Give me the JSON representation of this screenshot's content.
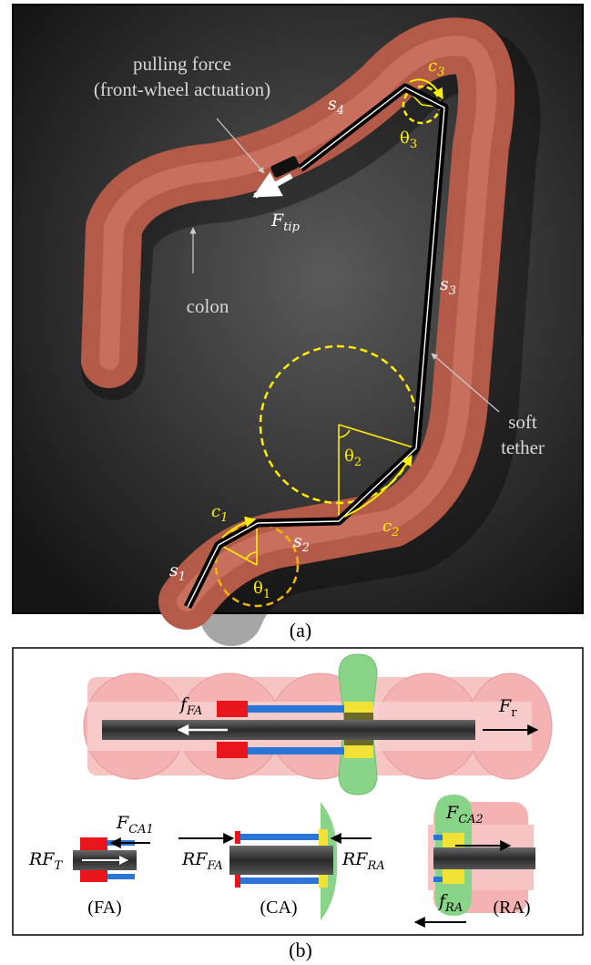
{
  "panel_a": {
    "caption": "(a)",
    "labels": {
      "pulling_force_line1": "pulling force",
      "pulling_force_line2": "(front-wheel actuation)",
      "colon": "colon",
      "soft_line1": "soft",
      "soft_line2": "tether",
      "f_tip_main": "F",
      "f_tip_sub": "tip",
      "s1": "s",
      "s1_sub": "1",
      "s2": "s",
      "s2_sub": "2",
      "s3": "s",
      "s3_sub": "3",
      "s4": "s",
      "s4_sub": "4",
      "c1": "c",
      "c1_sub": "1",
      "c2": "c",
      "c2_sub": "2",
      "c3": "c",
      "c3_sub": "3",
      "theta1": "θ",
      "theta1_sub": "1",
      "theta2": "θ",
      "theta2_sub": "2",
      "theta3": "θ",
      "theta3_sub": "3"
    },
    "colors": {
      "background": "#2b2b2b",
      "colon": "#b35a48",
      "annotation": "#ffee00",
      "tether": "#000000"
    }
  },
  "panel_b": {
    "caption": "(b)",
    "labels": {
      "f_fa": "f",
      "f_fa_sub": "FA",
      "f_r": "F",
      "f_r_sub": "r",
      "f_ca1": "F",
      "f_ca1_sub": "CA1",
      "rf_t": "RF",
      "rf_t_sub": "T",
      "rf_fa": "RF",
      "rf_fa_sub": "FA",
      "rf_ra": "RF",
      "rf_ra_sub": "RA",
      "f_ca2": "F",
      "f_ca2_sub": "CA2",
      "f_ra": "f",
      "f_ra_sub": "RA",
      "fa": "(FA)",
      "ca": "(CA)",
      "ra": "(RA)"
    },
    "colors": {
      "colon": "#f4b4b4",
      "balloon": "#88d488",
      "clamp": "#e8151a",
      "link": "#2a76d8",
      "collar": "#f2e236",
      "rod": "#3a3a3a"
    }
  }
}
